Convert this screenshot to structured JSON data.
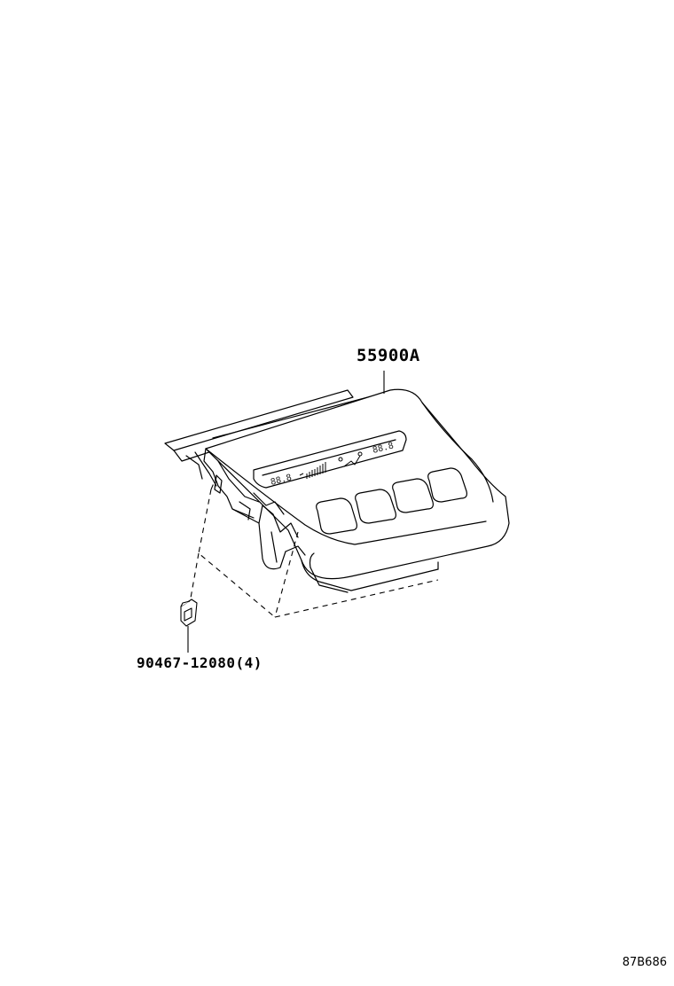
{
  "parts": {
    "main_part_number": "55900A",
    "clip_part_number": "90467-12080(4)"
  },
  "illustration_code": "87B686",
  "display_panel": {
    "left_readout": "88.8",
    "right_readout": "88.8"
  },
  "colors": {
    "line": "#000000",
    "background": "#ffffff"
  }
}
